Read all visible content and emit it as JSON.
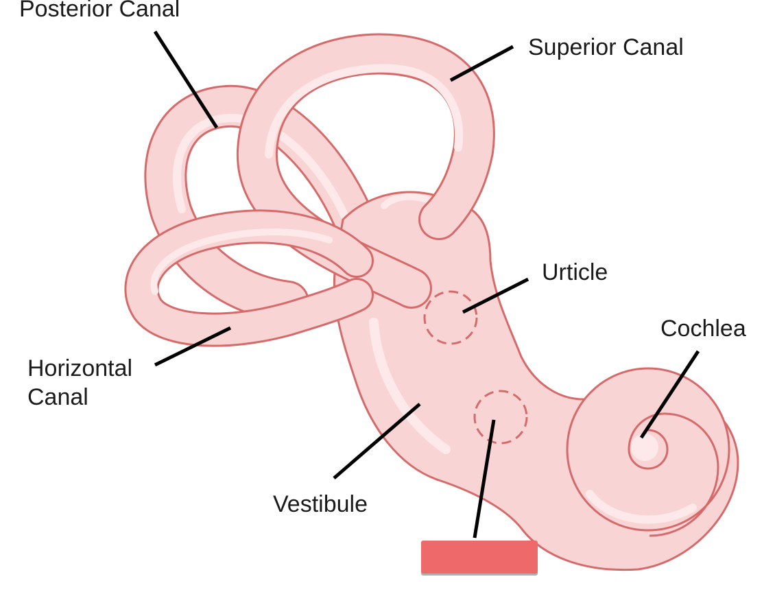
{
  "labels": {
    "posterior_canal": "Posterior Canal",
    "superior_canal": "Superior Canal",
    "utricle": "Urticle",
    "cochlea": "Cochlea",
    "horizontal_canal_line1": "Horizontal",
    "horizontal_canal_line2": "Canal",
    "vestibule": "Vestibule"
  },
  "answer_box": {
    "text": "",
    "color": "#ee6a6a"
  },
  "colors": {
    "tissue_fill": "#f9d4d4",
    "tissue_highlight": "#fde9e9",
    "tissue_outline": "#d66a6a",
    "leader_line": "#000000",
    "answer_box": "#ee6a6a"
  }
}
